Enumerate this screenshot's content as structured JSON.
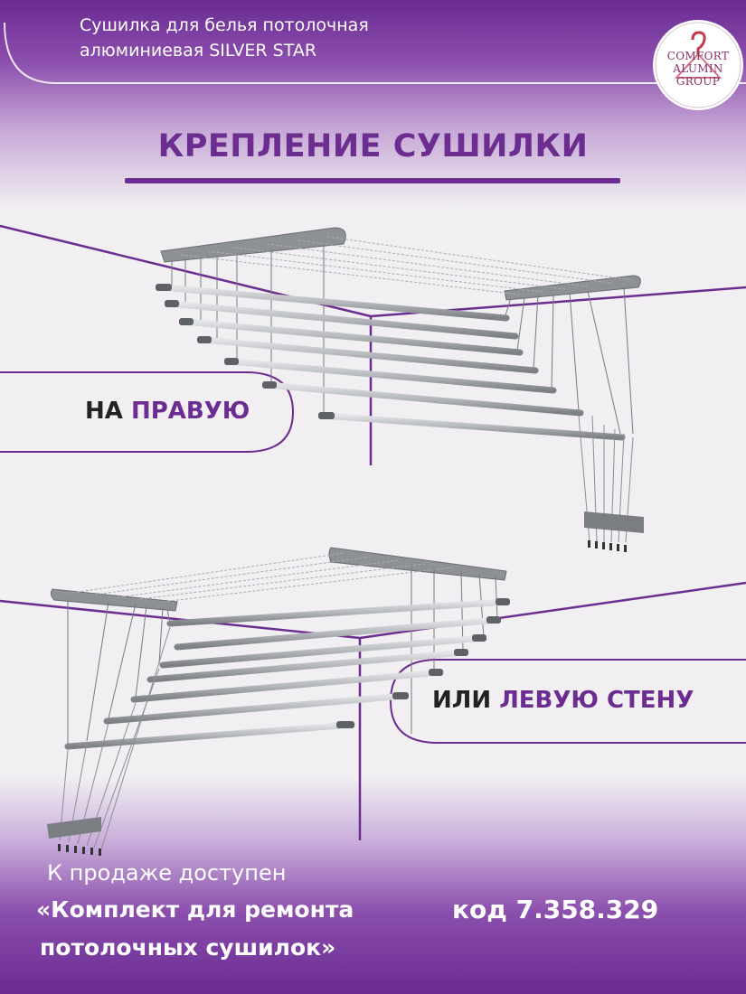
{
  "header": {
    "line1": "Сушилка для белья потолочная",
    "line2": "алюминиевая SILVER STAR"
  },
  "logo": {
    "line1": "COMFORT",
    "line2": "ALUMIN",
    "line3": "GROUP",
    "icon": "clothes-hanger-icon"
  },
  "title": "КРЕПЛЕНИЕ СУШИЛКИ",
  "right_label": {
    "prefix": "НА",
    "accent": "ПРАВУЮ"
  },
  "left_label": {
    "prefix": "ИЛИ",
    "accent": "ЛЕВУЮ СТЕНУ"
  },
  "footer": {
    "line1": "К продаже доступен",
    "line2": "«Комплект для ремонта",
    "line3": "потолочных сушилок»",
    "code": "код 7.358.329"
  },
  "colors": {
    "accent": "#6b2d8f",
    "metal": "#b9bcc0"
  }
}
